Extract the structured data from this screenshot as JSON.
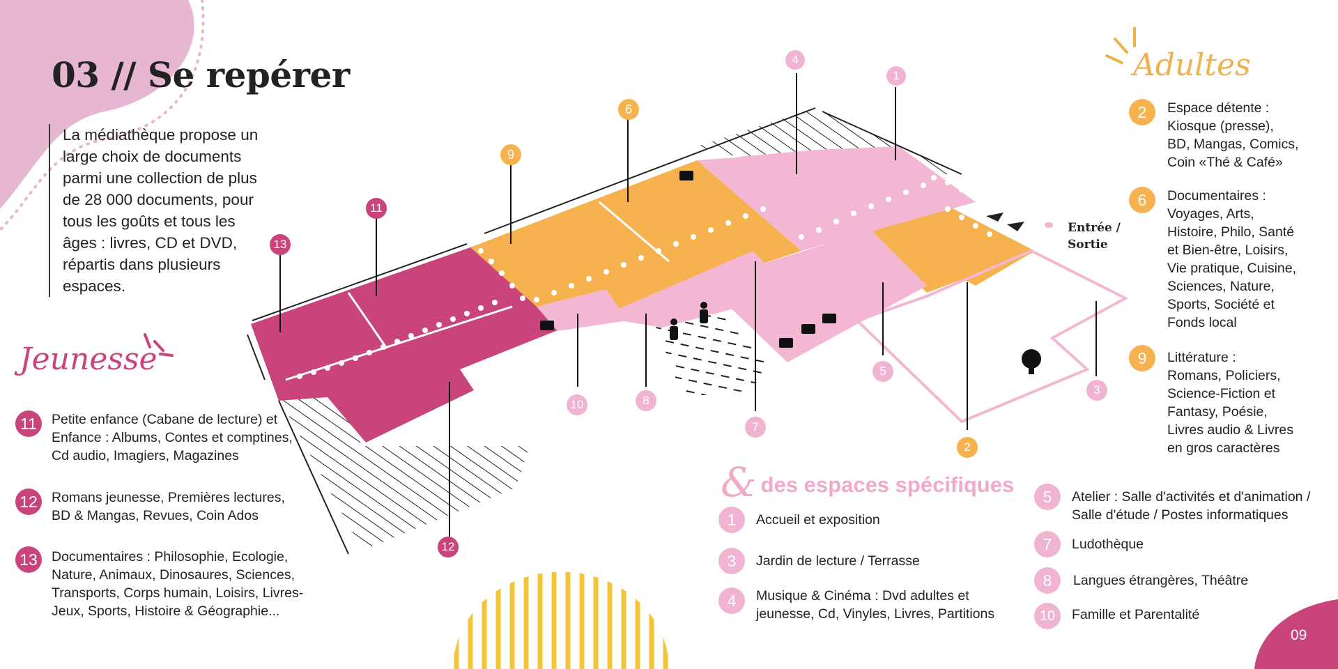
{
  "title": "03 // Se repérer",
  "intro": "La médiathèque propose un large choix de documents parmi une collection de plus de 28 000 documents, pour tous les goûts et tous les âges : livres, CD et DVD, répartis dans plusieurs espaces.",
  "entrance_label": [
    "Entrée /",
    "Sortie"
  ],
  "jeunesse": {
    "title": "Jeunesse",
    "items": [
      {
        "num": "11",
        "lines": [
          "Petite enfance (Cabane de lecture) et",
          "Enfance : Albums, Contes et comptines,",
          "Cd audio, Imagiers, Magazines"
        ]
      },
      {
        "num": "12",
        "lines": [
          "Romans jeunesse, Premières lectures,",
          "BD & Mangas, Revues, Coin Ados"
        ]
      },
      {
        "num": "13",
        "lines": [
          "Documentaires : Philosophie, Ecologie,",
          "Nature, Animaux, Dinosaures, Sciences,",
          "Transports, Corps humain, Loisirs, Livres-",
          "Jeux, Sports, Histoire & Géographie..."
        ]
      }
    ]
  },
  "adultes": {
    "title": "Adultes",
    "items": [
      {
        "num": "2",
        "lines": [
          "Espace détente :",
          "Kiosque (presse),",
          "BD, Mangas, Comics,",
          "Coin «Thé & Café»"
        ]
      },
      {
        "num": "6",
        "lines": [
          "Documentaires :",
          "Voyages, Arts,",
          "Histoire, Philo, Santé",
          "et Bien-être, Loisirs,",
          "Vie pratique, Cuisine,",
          "Sciences, Nature,",
          "Sports, Société et",
          "Fonds local"
        ]
      },
      {
        "num": "9",
        "lines": [
          "Littérature :",
          "Romans, Policiers,",
          "Science-Fiction et",
          "Fantasy, Poésie,",
          "Livres audio & Livres",
          "en gros caractères"
        ]
      }
    ]
  },
  "espaces": {
    "amp": "&",
    "title": "des espaces spécifiques",
    "left_items": [
      {
        "num": "1",
        "lines": [
          "Accueil et exposition"
        ]
      },
      {
        "num": "3",
        "lines": [
          "Jardin de lecture / Terrasse"
        ]
      },
      {
        "num": "4",
        "lines": [
          "Musique & Cinéma : Dvd  adultes et",
          "jeunesse, Cd, Vinyles, Livres, Partitions"
        ]
      }
    ],
    "right_items": [
      {
        "num": "5",
        "lines": [
          "Atelier : Salle d'activités et d'animation /",
          "Salle d'étude / Postes informatiques"
        ]
      },
      {
        "num": "7",
        "lines": [
          "Ludothèque"
        ]
      },
      {
        "num": "8",
        "lines": [
          "Langues étrangères, Théâtre"
        ]
      },
      {
        "num": "10",
        "lines": [
          "Famille et Parentalité"
        ]
      }
    ]
  },
  "map_markers": [
    {
      "num": "4",
      "color": "pink"
    },
    {
      "num": "1",
      "color": "pink"
    },
    {
      "num": "6",
      "color": "orange"
    },
    {
      "num": "9",
      "color": "orange"
    },
    {
      "num": "11",
      "color": "dark"
    },
    {
      "num": "13",
      "color": "dark"
    },
    {
      "num": "12",
      "color": "dark"
    },
    {
      "num": "10",
      "color": "pink"
    },
    {
      "num": "8",
      "color": "pink"
    },
    {
      "num": "7",
      "color": "pink"
    },
    {
      "num": "5",
      "color": "pink"
    },
    {
      "num": "3",
      "color": "pink"
    },
    {
      "num": "2",
      "color": "orange"
    }
  ],
  "colors": {
    "dark_pink": "#c9447a",
    "orange": "#f5b24e",
    "light_pink": "#f0b4d2",
    "yellow_stripes": "#f2c43a"
  },
  "page_number": "09"
}
